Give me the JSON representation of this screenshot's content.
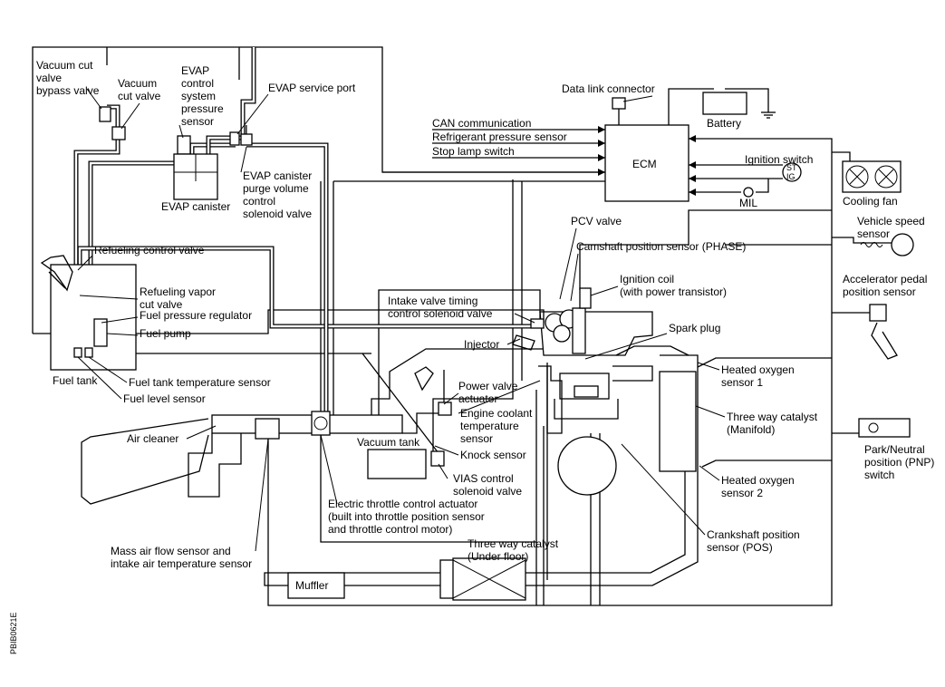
{
  "labels": {
    "vacuum_cut_bypass": [
      "Vacuum cut",
      "valve",
      "bypass valve"
    ],
    "vacuum_cut_valve": [
      "Vacuum",
      "cut valve"
    ],
    "evap_pressure_sensor": [
      "EVAP",
      "control",
      "system",
      "pressure",
      "sensor"
    ],
    "evap_service_port": "EVAP service port",
    "evap_canister": "EVAP canister",
    "evap_purge_valve": [
      "EVAP canister",
      "purge volume",
      "control",
      "solenoid valve"
    ],
    "data_link_connector": "Data link connector",
    "battery": "Battery",
    "can_communication": "CAN communication",
    "refrigerant_sensor": "Refrigerant pressure sensor",
    "stop_lamp_switch": "Stop lamp switch",
    "ecm": "ECM",
    "ignition_switch": "Ignition switch",
    "ignition_switch_st": "ST",
    "ignition_switch_ig": "IG",
    "mil": "MIL",
    "cooling_fan": "Cooling fan",
    "pcv_valve": "PCV valve",
    "camshaft_sensor": "Camshaft position sensor (PHASE)",
    "vehicle_speed_sensor": [
      "Vehicle speed",
      "sensor"
    ],
    "refueling_control_valve": "Refueling control valve",
    "ignition_coil": [
      "Ignition coil",
      "(with power transistor)"
    ],
    "accelerator_sensor": [
      "Accelerator pedal",
      "position sensor"
    ],
    "refueling_vapor_cut": [
      "Refueling vapor",
      "cut valve"
    ],
    "intake_valve_timing": [
      "Intake valve timing",
      "control solenoid valve"
    ],
    "fuel_pressure_regulator": "Fuel pressure regulator",
    "spark_plug": "Spark plug",
    "fuel_pump": "Fuel pump",
    "injector": "Injector",
    "fuel_tank": "Fuel tank",
    "fuel_tank_temp": "Fuel tank temperature sensor",
    "heated_o2_1": [
      "Heated oxygen",
      "sensor 1"
    ],
    "power_valve": [
      "Power valve",
      "actuator"
    ],
    "fuel_level": "Fuel level sensor",
    "engine_coolant": [
      "Engine coolant",
      "temperature",
      "sensor"
    ],
    "three_way_manifold": [
      "Three way catalyst",
      "(Manifold)"
    ],
    "air_cleaner": "Air cleaner",
    "vacuum_tank": "Vacuum tank",
    "knock_sensor": "Knock sensor",
    "park_neutral": [
      "Park/Neutral",
      "position (PNP)",
      "switch"
    ],
    "heated_o2_2": [
      "Heated oxygen",
      "sensor 2"
    ],
    "vias": [
      "VIAS control",
      "solenoid valve"
    ],
    "throttle_actuator": [
      "Electric throttle control actuator",
      "(built into throttle position sensor",
      "and throttle control motor)"
    ],
    "crankshaft_sensor": [
      "Crankshaft position",
      "sensor (POS)"
    ],
    "maf_sensor": [
      "Mass air flow sensor and",
      "intake air temperature sensor"
    ],
    "three_way_underfloor": [
      "Three way catalyst",
      "(Under floor)"
    ],
    "muffler": "Muffler",
    "figure_code": "PBIB0621E"
  }
}
